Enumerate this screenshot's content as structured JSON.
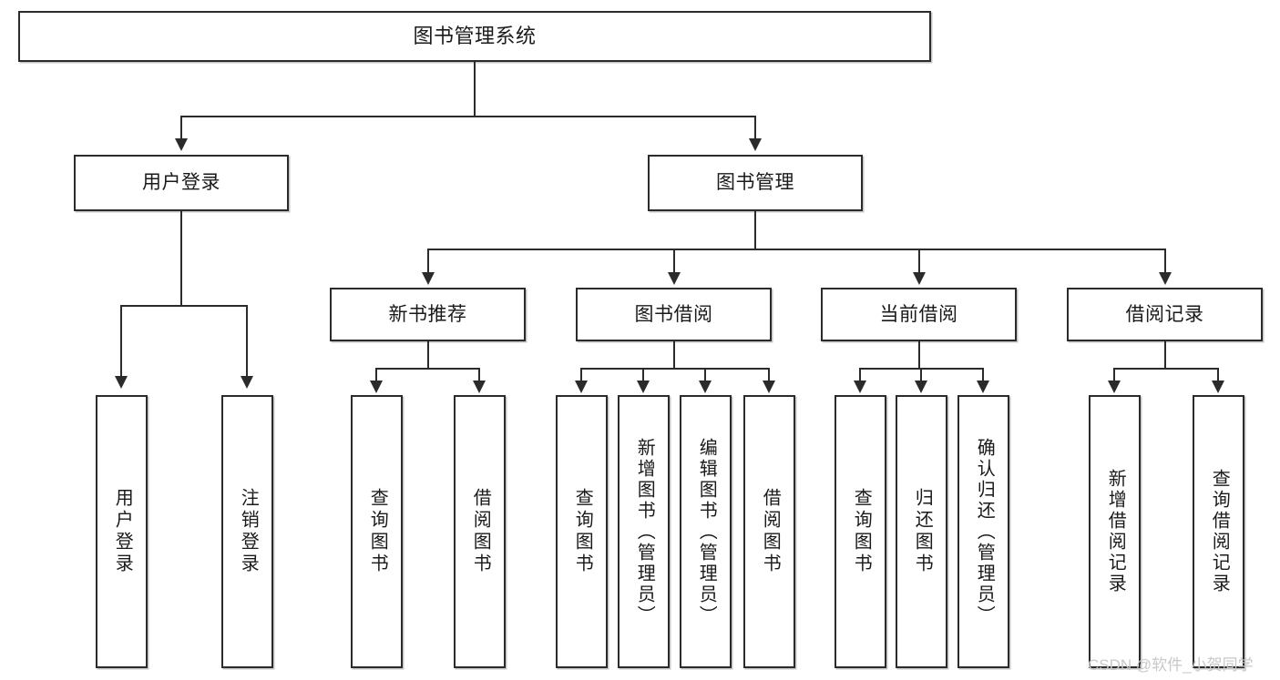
{
  "diagram": {
    "type": "tree",
    "title": "图书管理系统",
    "orientation": "top-down",
    "colors": {
      "box_border": "#2b2b2b",
      "box_fill": "#ffffff",
      "connector": "#2b2b2b",
      "text": "#1a1a1a",
      "watermark": "#c8c8c8",
      "background": "#ffffff"
    },
    "root": {
      "label": "图书管理系统"
    },
    "level1": [
      {
        "label": "用户登录"
      },
      {
        "label": "图书管理"
      }
    ],
    "level2": [
      {
        "label": "新书推荐"
      },
      {
        "label": "图书借阅"
      },
      {
        "label": "当前借阅"
      },
      {
        "label": "借阅记录"
      }
    ],
    "leaves": {
      "user_login": [
        {
          "label": "用户登录"
        },
        {
          "label": "注销登录"
        }
      ],
      "new_book": [
        {
          "label": "查询图书"
        },
        {
          "label": "借阅图书"
        }
      ],
      "book_borrow": [
        {
          "label": "查询图书"
        },
        {
          "label": "新增图书（管理员）"
        },
        {
          "label": "编辑图书（管理员）"
        },
        {
          "label": "借阅图书"
        }
      ],
      "current_borrow": [
        {
          "label": "查询图书"
        },
        {
          "label": "归还图书"
        },
        {
          "label": "确认归还（管理员）"
        }
      ],
      "borrow_record": [
        {
          "label": "新增借阅记录"
        },
        {
          "label": "查询借阅记录"
        }
      ]
    },
    "watermark": "CSDN @软件_小贺同学"
  }
}
